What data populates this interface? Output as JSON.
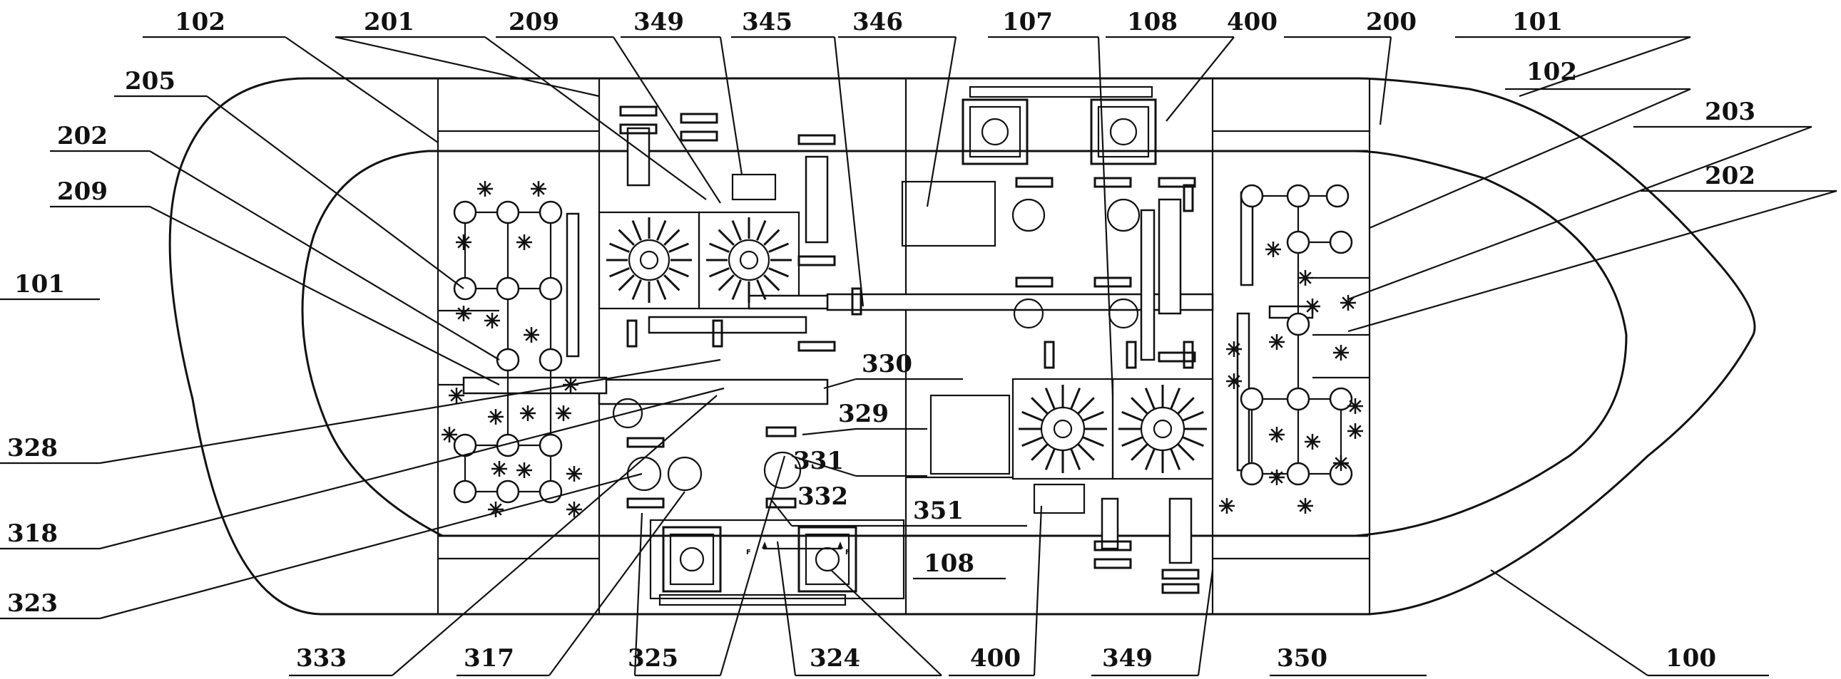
{
  "figure": {
    "labels": [
      {
        "id": "102",
        "text": "102"
      },
      {
        "id": "201",
        "text": "201"
      },
      {
        "id": "209",
        "text": "209"
      },
      {
        "id": "349",
        "text": "349"
      },
      {
        "id": "345",
        "text": "345"
      },
      {
        "id": "346",
        "text": "346"
      },
      {
        "id": "107",
        "text": "107"
      },
      {
        "id": "108",
        "text": "108"
      },
      {
        "id": "400",
        "text": "400"
      },
      {
        "id": "200",
        "text": "200"
      },
      {
        "id": "101",
        "text": "101"
      },
      {
        "id": "205",
        "text": "205"
      },
      {
        "id": "202",
        "text": "202"
      },
      {
        "id": "203",
        "text": "203"
      },
      {
        "id": "328",
        "text": "328"
      },
      {
        "id": "318",
        "text": "318"
      },
      {
        "id": "323",
        "text": "323"
      },
      {
        "id": "330",
        "text": "330"
      },
      {
        "id": "329",
        "text": "329"
      },
      {
        "id": "331",
        "text": "331"
      },
      {
        "id": "332",
        "text": "332"
      },
      {
        "id": "351",
        "text": "351"
      },
      {
        "id": "333",
        "text": "333"
      },
      {
        "id": "317",
        "text": "317"
      },
      {
        "id": "325",
        "text": "325"
      },
      {
        "id": "324",
        "text": "324"
      },
      {
        "id": "350",
        "text": "350"
      },
      {
        "id": "100",
        "text": "100"
      }
    ],
    "small_marks": {
      "flow_left": "F",
      "flow_right": "F"
    }
  }
}
